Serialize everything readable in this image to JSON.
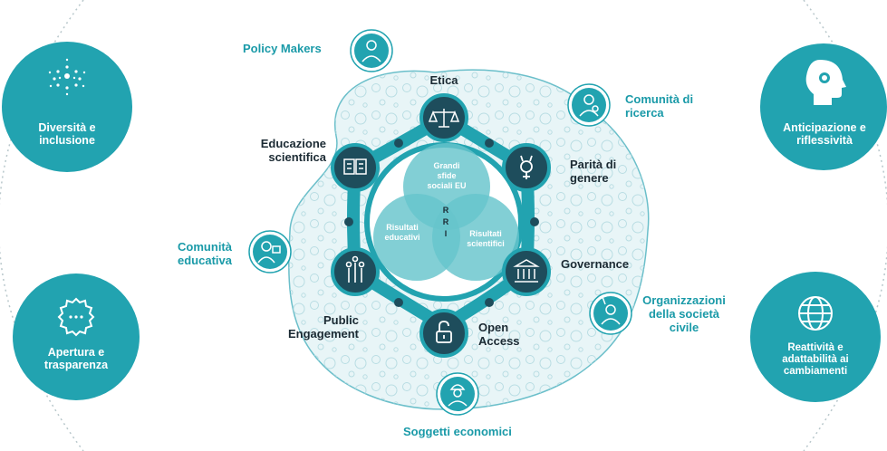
{
  "rri_letters": [
    "R",
    "R",
    "I"
  ],
  "venn": {
    "top": "Grandi\nsfide\nsociali EU",
    "left": "Risultati\neducativi",
    "right": "Risultati\nscientifici"
  },
  "keys": {
    "etica": "Etica",
    "parita": "Parità di\ngenere",
    "governance": "Governance",
    "open_access": "Open\nAccess",
    "public_engagement": "Public\nEngagement",
    "educazione": "Educazione\nscientifica"
  },
  "stakeholders": {
    "policy_makers": "Policy Makers",
    "comunita_ricerca": "Comunità di\nricerca",
    "comunita_educativa": "Comunità\neducativa",
    "organizzazioni": "Organizzazioni\ndella società\ncivile",
    "soggetti_economici": "Soggetti economici"
  },
  "principles": {
    "diversita": "Diversità e\ninclusione",
    "apertura": "Apertura e\ntrasparenza",
    "anticipazione": "Anticipazione e\nriflessività",
    "reattivita": "Reattività e\nadattabilità ai\ncambiamenti"
  },
  "colors": {
    "teal": "#22a3b0",
    "dark_node": "#1e4d5c",
    "label_teal": "#1a9aa8",
    "blob_fill": "#e6f4f6",
    "venn_fill": "#66c4cc"
  }
}
